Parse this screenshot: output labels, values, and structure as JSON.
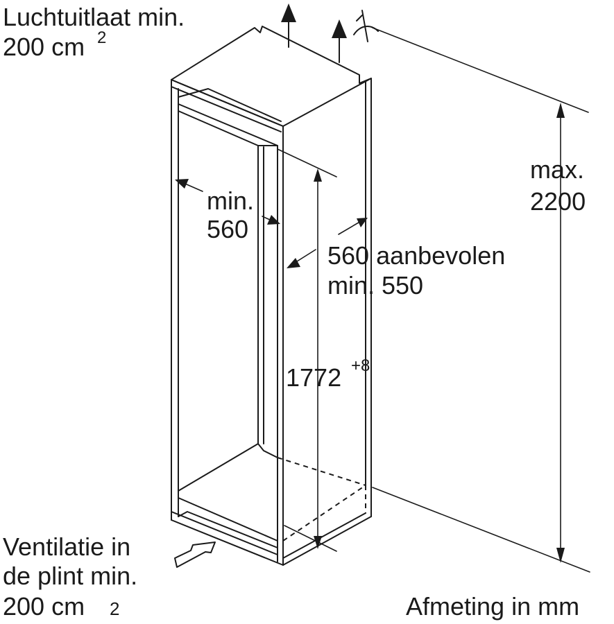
{
  "labels": {
    "air_outlet_line1": "Luchtuitlaat min.",
    "air_outlet_line2": "200 cm",
    "air_outlet_sup": "2",
    "inner_width_line1": "min.",
    "inner_width_line2": "560",
    "depth_line1": "560 aanbevolen",
    "depth_line2": "min. 550",
    "max_height_line1": "max.",
    "max_height_line2": "2200",
    "niche_height": "1772",
    "niche_height_tolerance": "+8",
    "ventilation_line1": "Ventilatie in",
    "ventilation_line2": "de plint min.",
    "ventilation_line3": "200 cm",
    "ventilation_sub": "2",
    "units_note": "Afmeting in mm"
  },
  "icons": {
    "air_arrows": "up-arrow-icon",
    "ventilation_arrow": "right-arrow-icon",
    "wall_symbol": "wall-symbol-icon"
  }
}
